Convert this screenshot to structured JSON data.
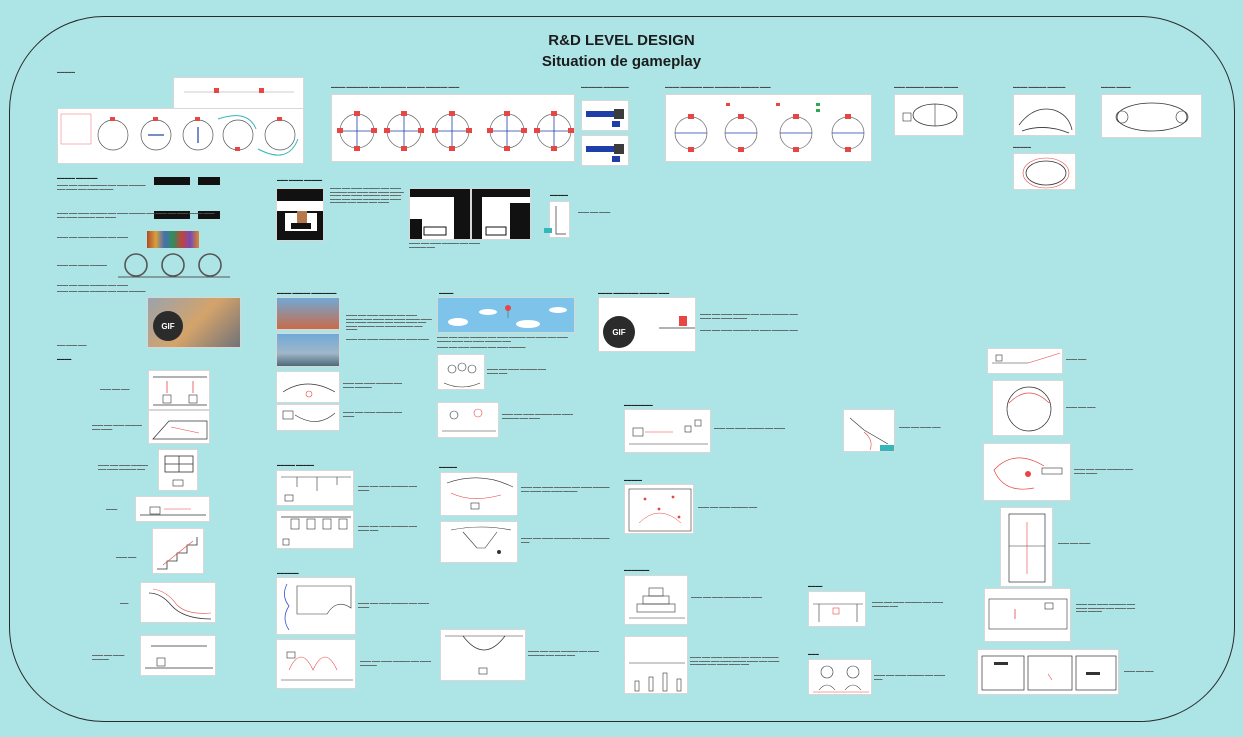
{
  "board": {
    "title_line1": "R&D LEVEL DESIGN",
    "title_line2": "Situation de gameplay"
  },
  "media": {
    "gif_label": "GIF"
  },
  "colors": {
    "background": "#ade5e6",
    "card": "#ffffff",
    "accent_red": "#e84545",
    "accent_blue": "#1f3fa8",
    "teal": "#34b7b9",
    "border": "#2a2a2a"
  }
}
